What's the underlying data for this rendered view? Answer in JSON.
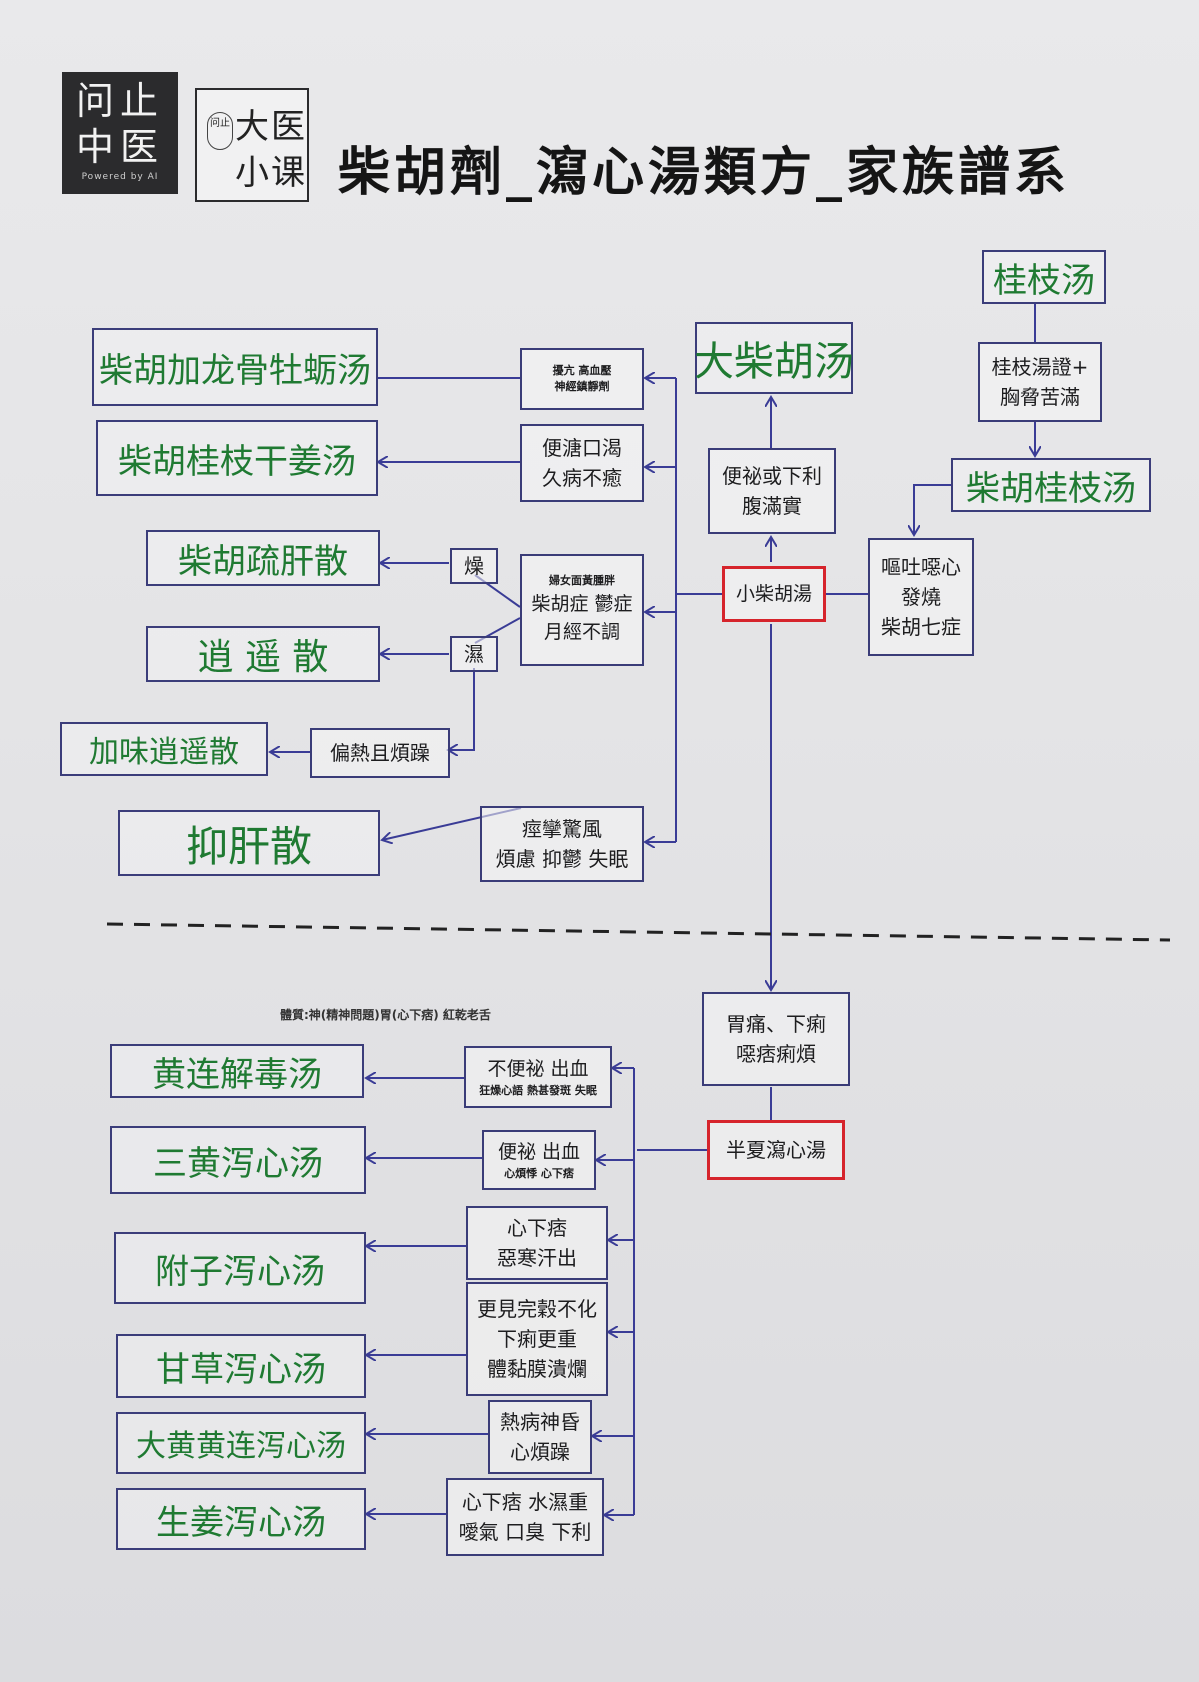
{
  "header": {
    "logo1": {
      "line1": "问止",
      "line2": "中医",
      "tagline": "Powered by AI"
    },
    "logo2": {
      "seal": "问止",
      "line1": "大医",
      "line2": "小课"
    },
    "title": "柴胡劑_瀉心湯類方_家族譜系"
  },
  "upper": {
    "center": "小柴胡湯",
    "gui_zhi": "桂枝汤",
    "gui_zhi_cond": [
      "桂枝湯證+",
      "胸脅苦滿"
    ],
    "chai_hu_gui_zhi": "柴胡桂枝汤",
    "xiao_symptoms": [
      "嘔吐噁心",
      "發燒",
      "柴胡七症"
    ],
    "da_cond": [
      "便祕或下利",
      "腹滿實"
    ],
    "da": "大柴胡汤",
    "branches": [
      {
        "cond": [
          "擾亢 高血壓",
          "神經鎮靜劑"
        ],
        "formula": "柴胡加龙骨牡蛎汤"
      },
      {
        "cond": [
          "便溏口渴",
          "久病不癒"
        ],
        "formula": "柴胡桂枝干姜汤"
      },
      {
        "cond": [
          "婦女面黃腫胖",
          "柴胡症 鬱症",
          "月經不調"
        ]
      },
      {
        "cond": [
          "痙攣驚風",
          "煩慮 抑鬱 失眠"
        ],
        "formula": "抑肝散"
      }
    ],
    "dry": "燥",
    "damp": "濕",
    "shu_gan": "柴胡疏肝散",
    "xiao_yao": "逍 遥 散",
    "heat_cond": "偏熱且煩躁",
    "jia_wei": "加味逍遥散"
  },
  "lower": {
    "note": "體質:神(精神問題)胃(心下痞) 紅乾老舌",
    "mid_cond": [
      "胃痛、下痢",
      "噁痞痢煩"
    ],
    "center": "半夏瀉心湯",
    "branches": [
      {
        "cond": [
          "不便祕 出血",
          "狂燥心語 熱甚發斑 失眠"
        ],
        "formula": "黄连解毒汤"
      },
      {
        "cond": [
          "便祕 出血",
          "心煩悸 心下痞"
        ],
        "formula": "三黄泻心汤"
      },
      {
        "cond": [
          "心下痞",
          "惡寒汗出"
        ],
        "formula": "附子泻心汤"
      },
      {
        "cond": [
          "更見完穀不化",
          "下痢更重",
          "體黏膜潰爛"
        ],
        "formula": "甘草泻心汤"
      },
      {
        "cond": [
          "熱病神昏",
          "心煩躁"
        ],
        "formula": "大黄黄连泻心汤"
      },
      {
        "cond": [
          "心下痞 水濕重",
          "噯氣 口臭 下利"
        ],
        "formula": "生姜泻心汤"
      }
    ]
  },
  "colors": {
    "line": "#3a3c96",
    "highlight": "#d6242c",
    "formula_text": "#1f7a32"
  }
}
